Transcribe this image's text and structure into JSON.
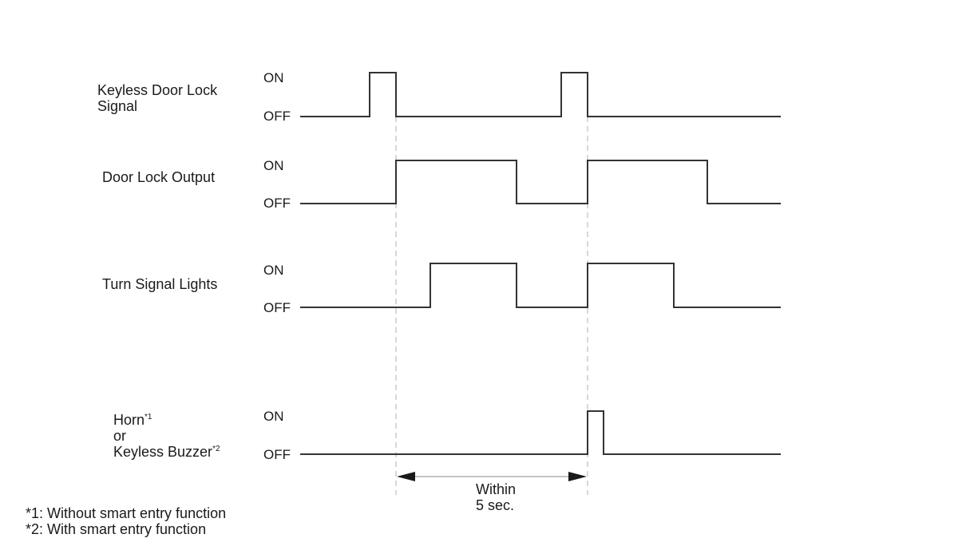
{
  "signals": [
    {
      "label_lines": [
        "Keyless Door Lock",
        "Signal"
      ],
      "on_label": "ON",
      "off_label": "OFF"
    },
    {
      "label_lines": [
        "Door Lock Output"
      ],
      "on_label": "ON",
      "off_label": "OFF"
    },
    {
      "label_lines": [
        "Turn Signal Lights"
      ],
      "on_label": "ON",
      "off_label": "OFF"
    },
    {
      "label_lines": [
        "Horn",
        "or",
        "Keyless Buzzer"
      ],
      "label_footnote_marks": [
        "*1",
        "",
        "*2"
      ],
      "on_label": "ON",
      "off_label": "OFF"
    }
  ],
  "interval": {
    "text_lines": [
      "Within",
      "5 sec."
    ]
  },
  "footnotes": [
    "*1: Without smart entry function",
    "*2: With smart entry function"
  ]
}
